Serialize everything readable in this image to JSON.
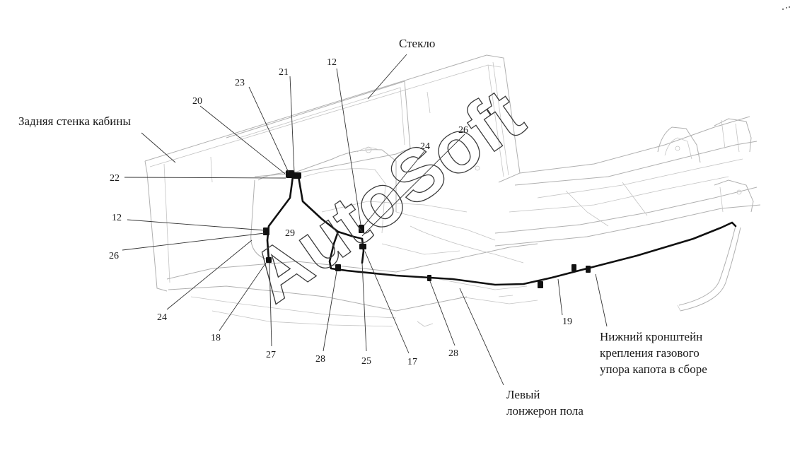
{
  "labels": {
    "glass": "Стекло",
    "rear_wall": "Задняя стенка кабины",
    "bracket_line1": "Нижний кронштейн",
    "bracket_line2": "крепления газового",
    "bracket_line3": "упора капота в сборе",
    "spar_line1": "Левый",
    "spar_line2": "лонжерон пола"
  },
  "callouts": {
    "c12_top": "12",
    "c12_left": "12",
    "c17": "17",
    "c18": "18",
    "c19": "19",
    "c20": "20",
    "c21": "21",
    "c22": "22",
    "c23": "23",
    "c24_top": "24",
    "c24_left": "24",
    "c25": "25",
    "c26_top": "26",
    "c26_left": "26",
    "c27": "27",
    "c28_left": "28",
    "c28_right": "28",
    "c29": "29"
  },
  "watermark": "AutoSoft"
}
